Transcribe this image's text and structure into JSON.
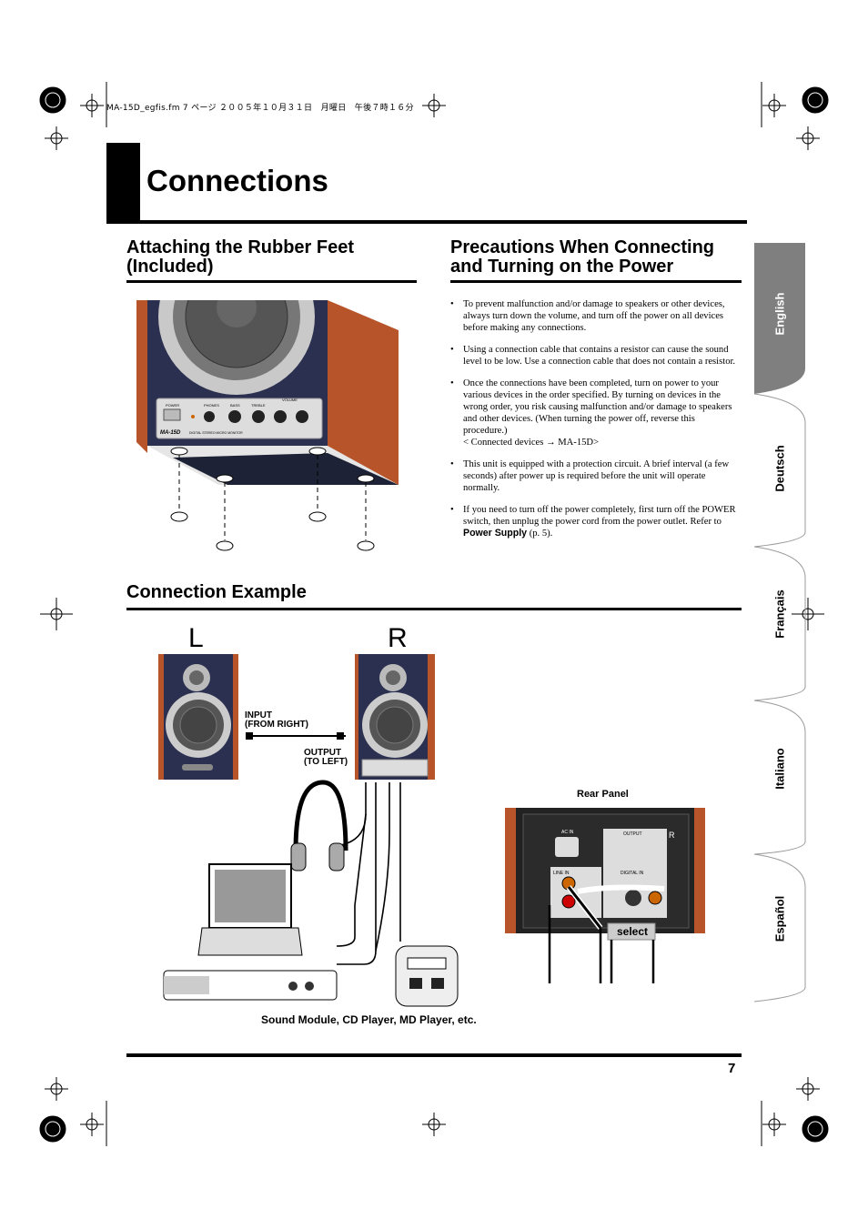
{
  "header_file_line": "MA-15D_egfis.fm  7 ページ  ２００５年１０月３１日　月曜日　午後７時１６分",
  "page_title": "Connections",
  "sections": {
    "rubber_feet": {
      "heading": "Attaching the Rubber Feet (Included)"
    },
    "precautions": {
      "heading": "Precautions When Connecting and Turning on the Power",
      "bullets": [
        "To prevent malfunction and/or damage to speakers or other devices, always turn down the volume, and turn off the power on all devices before making any connections.",
        "Using a connection cable that contains a resistor can cause the sound level to be low. Use a connection cable that does not contain a resistor.",
        "Once the connections have been completed, turn on power to your various devices in the order specified. By turning on devices in the wrong order, you risk causing malfunction and/or damage to speakers and other devices. (When turning the power off, reverse this procedure.)",
        "< Connected devices → MA-15D>",
        "This unit is equipped with a protection circuit. A brief interval (a few seconds) after power up is required before the unit will operate normally.",
        "If you need to turn off the power completely, first turn off the POWER switch, then unplug the power cord from the power outlet. Refer to",
        "Power Supply",
        "(p. 5)."
      ]
    },
    "connection_example": {
      "heading": "Connection Example"
    }
  },
  "speaker_panel": {
    "labels": [
      "POWER",
      "PHONES",
      "BASS",
      "TREBLE",
      "VOLUME",
      "MA-15D",
      "DIGITAL STEREO MICRO MONITOR"
    ]
  },
  "diagram": {
    "left_label": "L",
    "right_label": "R",
    "input_label_1": "INPUT",
    "input_label_2": "(FROM RIGHT)",
    "output_label_1": "OUTPUT",
    "output_label_2": "(TO LEFT)",
    "rear_panel_label": "Rear Panel",
    "select_label": "select",
    "rear_panel_texts": [
      "AC IN",
      "OUTPUT",
      "LINE IN",
      "DIGITAL IN",
      "R"
    ],
    "devices_label": "Sound Module, CD Player, MD Player, etc."
  },
  "language_tabs": [
    "English",
    "Deutsch",
    "Français",
    "Italiano",
    "Español"
  ],
  "page_number": "7",
  "colors": {
    "wood": "#b7542a",
    "panel": "#2b3050",
    "tab_active": "#7f7f7f"
  }
}
